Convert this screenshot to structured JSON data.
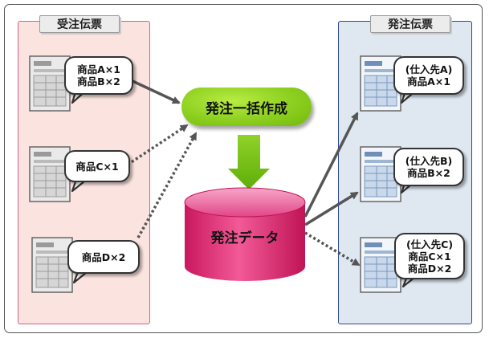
{
  "left_panel": {
    "title": "受注伝票"
  },
  "right_panel": {
    "title": "発注伝票"
  },
  "orders": [
    {
      "lines": [
        "商品A×1",
        "商品B×2"
      ]
    },
    {
      "lines": [
        "商品C×1"
      ]
    },
    {
      "lines": [
        "商品D×2"
      ]
    }
  ],
  "process": {
    "label": "発注一括作成"
  },
  "database": {
    "label": "発注データ"
  },
  "purchase_orders": [
    {
      "lines": [
        "(仕入先A)",
        "商品A×1"
      ]
    },
    {
      "lines": [
        "(仕入先B)",
        "商品B×2"
      ]
    },
    {
      "lines": [
        "(仕入先C)",
        "商品C×1",
        "商品D×2"
      ]
    }
  ],
  "colors": {
    "left_panel_fill": "#fbe3df",
    "left_panel_border": "#d6608f",
    "right_panel_fill": "#dfe7f1",
    "right_panel_border": "#32488f",
    "process_green": "#8ccf1f",
    "database_pink": "#e5307c",
    "arrow_gray": "#555555"
  }
}
